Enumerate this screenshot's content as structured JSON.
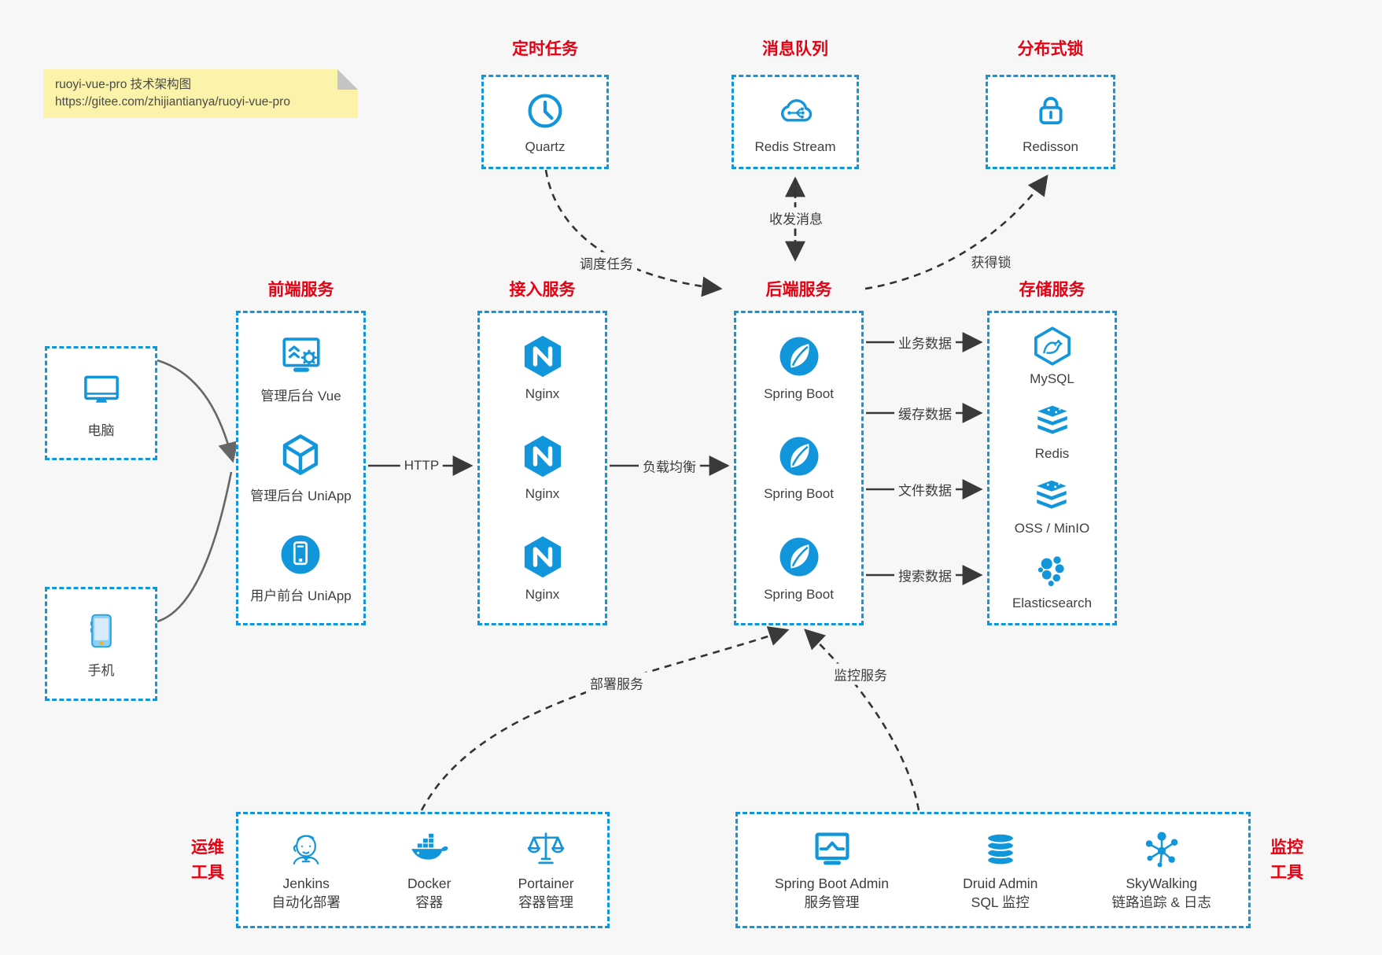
{
  "note": {
    "title": "ruoyi-vue-pro 技术架构图",
    "url": "https://gitee.com/zhijiantianya/ruoyi-vue-pro"
  },
  "top_groups": [
    {
      "title": "定时任务",
      "label": "Quartz"
    },
    {
      "title": "消息队列",
      "label": "Redis Stream"
    },
    {
      "title": "分布式锁",
      "label": "Redisson"
    }
  ],
  "clients": [
    {
      "label": "电脑"
    },
    {
      "label": "手机"
    }
  ],
  "columns": [
    {
      "title": "前端服务",
      "items": [
        {
          "label": "管理后台 Vue"
        },
        {
          "label": "管理后台 UniApp"
        },
        {
          "label": "用户前台 UniApp"
        }
      ]
    },
    {
      "title": "接入服务",
      "items": [
        {
          "label": "Nginx"
        },
        {
          "label": "Nginx"
        },
        {
          "label": "Nginx"
        }
      ]
    },
    {
      "title": "后端服务",
      "items": [
        {
          "label": "Spring Boot"
        },
        {
          "label": "Spring Boot"
        },
        {
          "label": "Spring Boot"
        }
      ]
    },
    {
      "title": "存储服务",
      "items": [
        {
          "label": "MySQL"
        },
        {
          "label": "Redis"
        },
        {
          "label": "OSS / MinIO"
        },
        {
          "label": "Elasticsearch"
        }
      ]
    }
  ],
  "bottom_groups": [
    {
      "side_label_line1": "运维",
      "side_label_line2": "工具",
      "items": [
        {
          "label": "Jenkins",
          "sublabel": "自动化部署"
        },
        {
          "label": "Docker",
          "sublabel": "容器"
        },
        {
          "label": "Portainer",
          "sublabel": "容器管理"
        }
      ]
    },
    {
      "side_label_line1": "监控",
      "side_label_line2": "工具",
      "items": [
        {
          "label": "Spring Boot Admin",
          "sublabel": "服务管理"
        },
        {
          "label": "Druid Admin",
          "sublabel": "SQL 监控"
        },
        {
          "label": "SkyWalking",
          "sublabel": "链路追踪 & 日志"
        }
      ]
    }
  ],
  "edge_labels": {
    "http": "HTTP",
    "load_balance": "负载均衡",
    "business_data": "业务数据",
    "cache_data": "缓存数据",
    "file_data": "文件数据",
    "search_data": "搜索数据",
    "schedule_task": "调度任务",
    "send_receive_message": "收发消息",
    "acquire_lock": "获得锁",
    "deploy_service": "部署服务",
    "monitor_service": "监控服务"
  },
  "colors": {
    "accent_blue": "#1296db",
    "title_red": "#e60012",
    "note_bg": "#faf3a9",
    "arrow_dark": "#3a3a3a",
    "client_line_gray": "#666666"
  }
}
